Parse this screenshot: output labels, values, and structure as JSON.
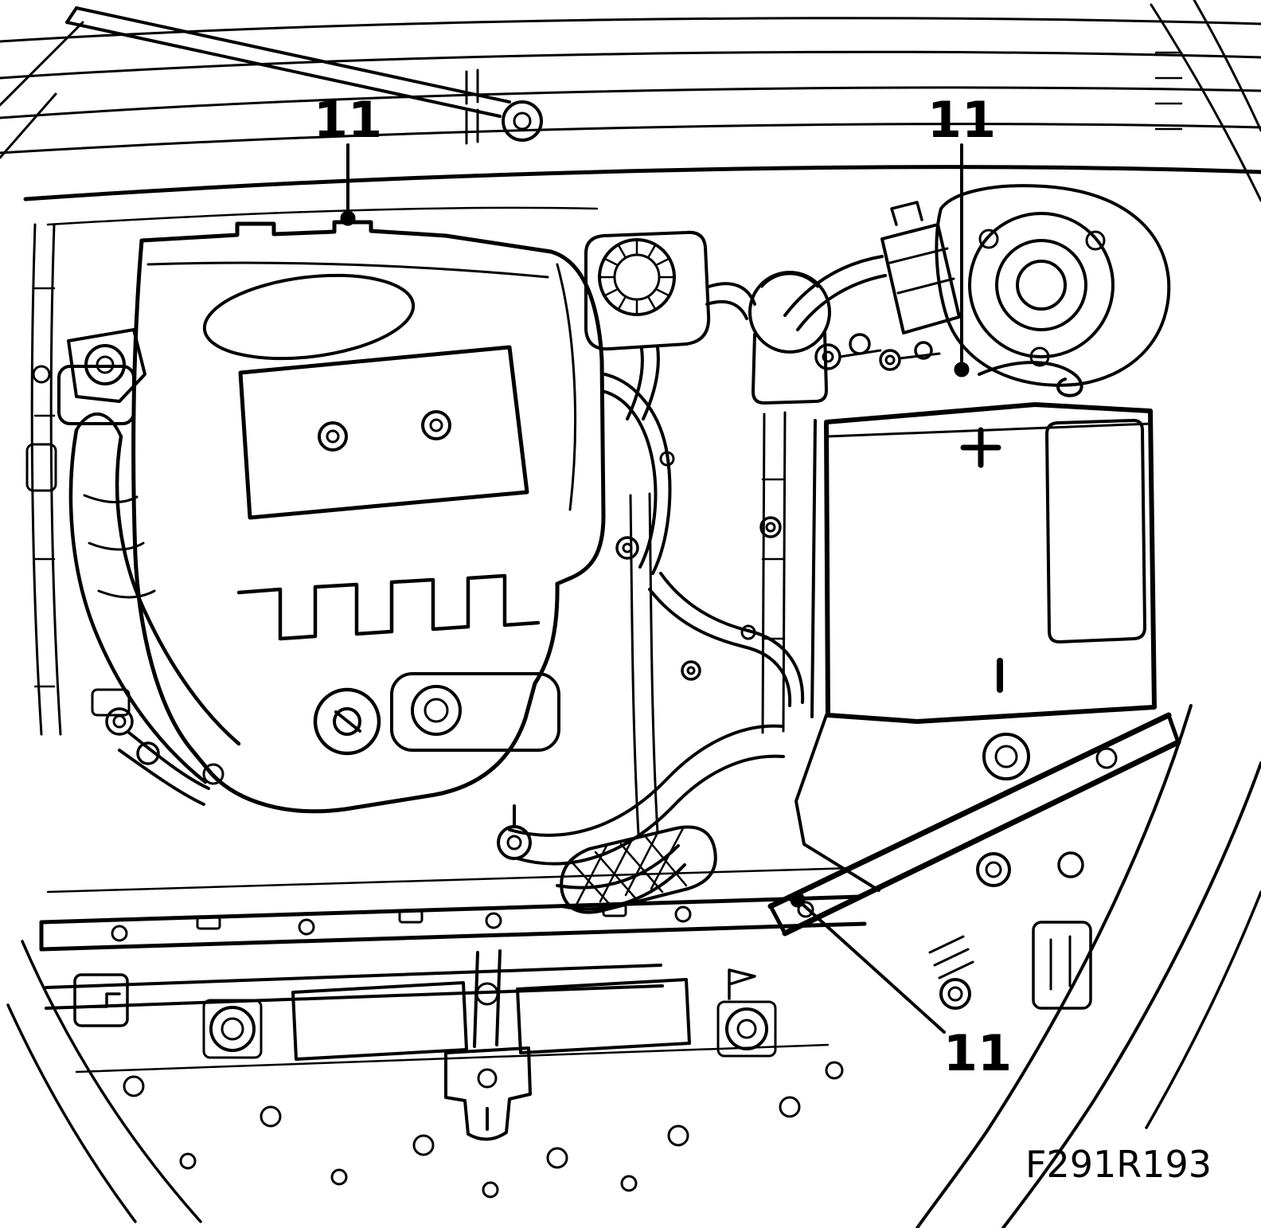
{
  "figure": {
    "callouts": {
      "engine_cover": "11",
      "battery": "11",
      "front_member": "11"
    },
    "reference": "F291R193"
  },
  "colors": {
    "line": "#000000",
    "background": "#ffffff"
  }
}
